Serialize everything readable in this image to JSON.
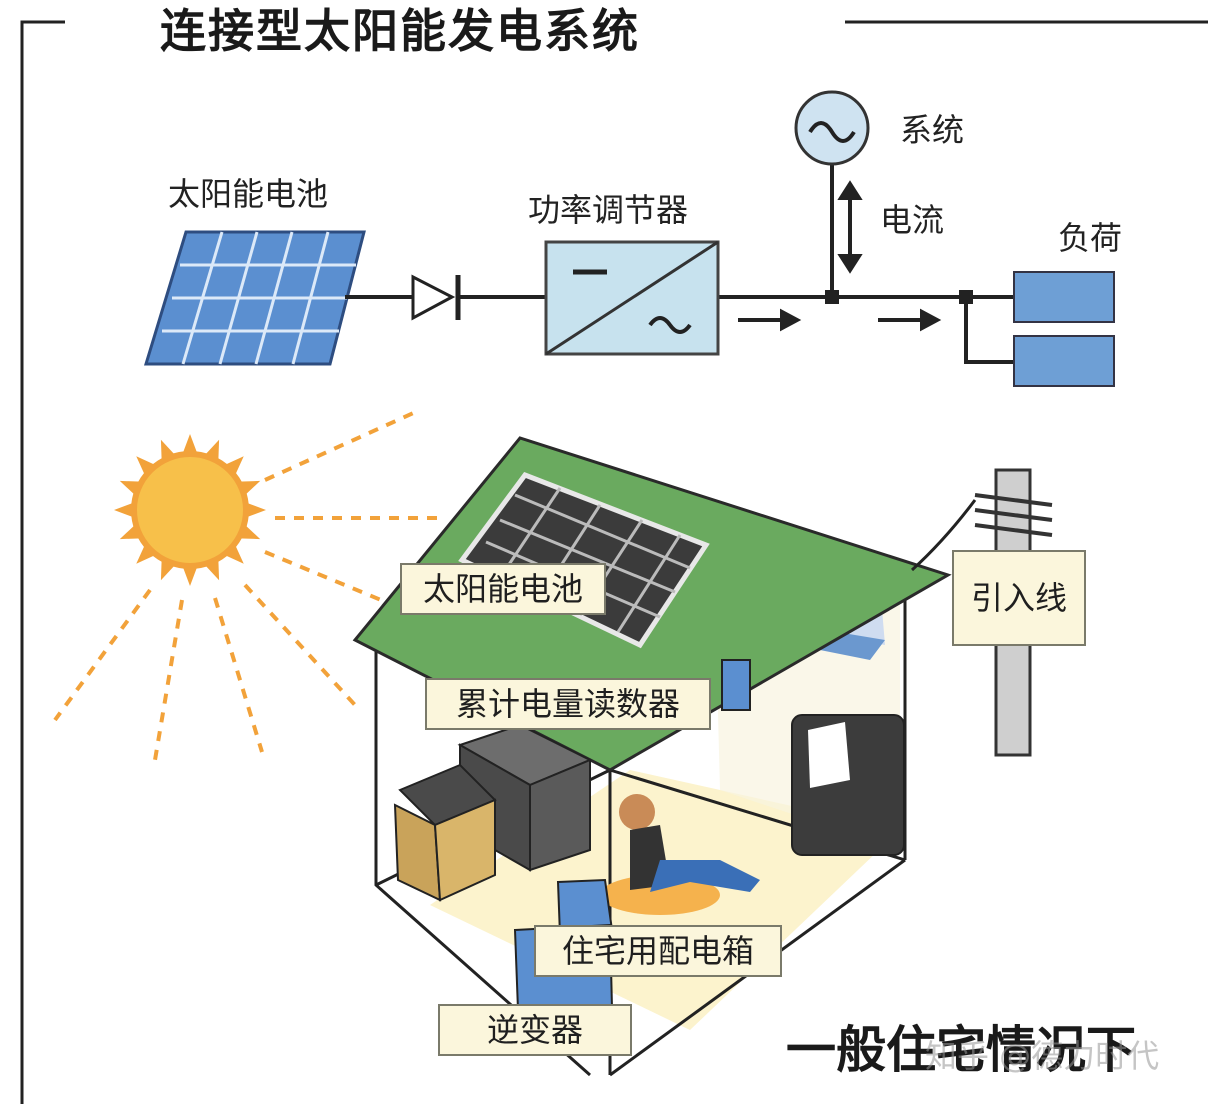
{
  "title": "连接型太阳能发电系统",
  "top_diagram": {
    "solar_cell_label": "太阳能电池",
    "regulator_label": "功率调节器",
    "grid_label": "系统",
    "current_label": "电流",
    "load_label": "负荷"
  },
  "house_diagram": {
    "solar_cell_tag": "太阳能电池",
    "service_line_tag": "引入线",
    "meter_tag": "累计电量读数器",
    "distribution_box_tag": "住宅用配电箱",
    "inverter_tag": "逆变器"
  },
  "footer_caption": "一般住宅情况下",
  "watermark": "知乎 @德力时代",
  "colors": {
    "panel_blue": "#5b8fd0",
    "regulator_fill": "#c7e2ee",
    "load_fill": "#6e9fd5",
    "roof_green": "#6aaa5f",
    "sun_orange": "#f2a23a",
    "tag_bg": "#fbf6dc"
  },
  "icons": [
    "sun-icon",
    "ac-source-icon",
    "diode-icon",
    "arrow-right-icon",
    "double-arrow-icon",
    "utility-pole-icon",
    "person-icon",
    "tv-icon"
  ]
}
